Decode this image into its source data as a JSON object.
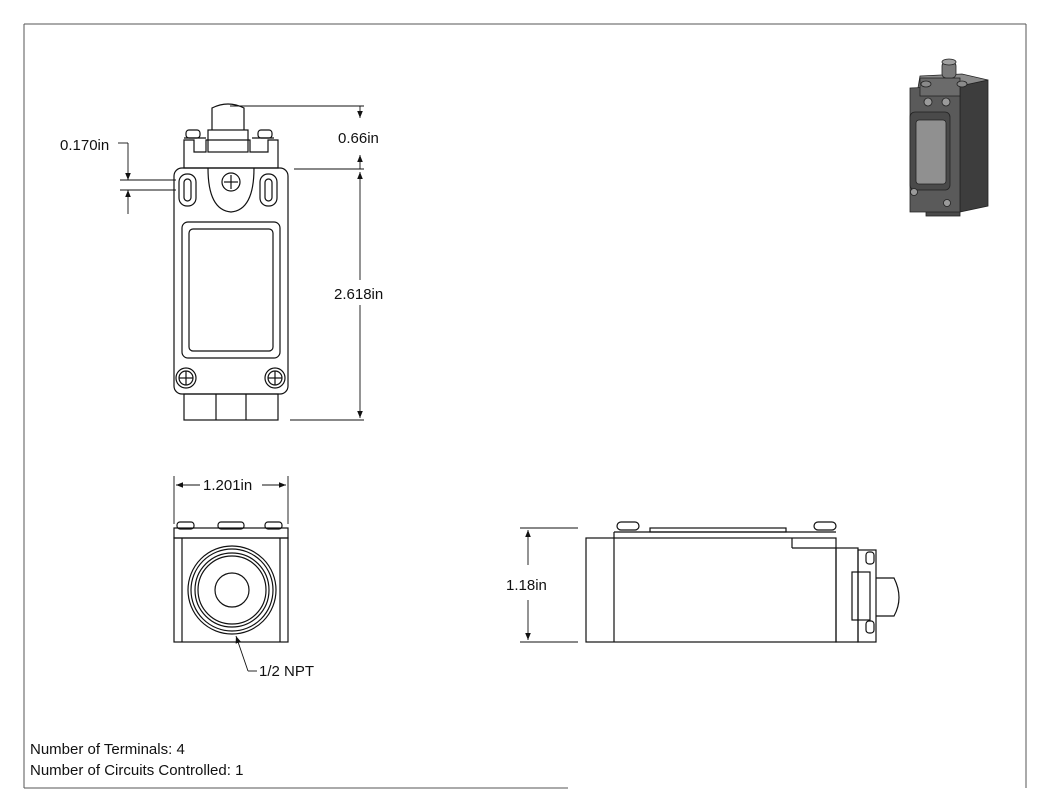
{
  "dimensions": {
    "slot_gap": "0.170in",
    "plunger_height": "0.66in",
    "body_height": "2.618in",
    "body_width": "1.201in",
    "body_depth": "1.18in"
  },
  "callouts": {
    "conduit_thread": "1/2 NPT"
  },
  "notes": {
    "terminals": "Number of Terminals: 4",
    "circuits": "Number of Circuits Controlled: 1"
  },
  "colors": {
    "line": "#111111",
    "body_dark": "#4a4a4a",
    "body_mid": "#6b6b6b",
    "body_light": "#9a9a9a"
  }
}
